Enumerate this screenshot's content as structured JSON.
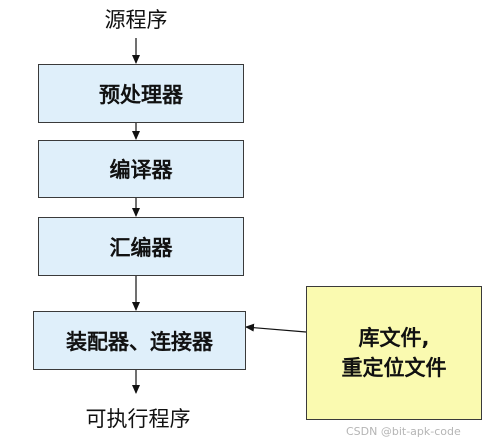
{
  "diagram": {
    "source": "源程序",
    "output": "可执行程序",
    "stages": [
      "预处理器",
      "编译器",
      "汇编器",
      "装配器、连接器"
    ],
    "library_lines": [
      "库文件,",
      "重定位文件"
    ],
    "watermark": "CSDN @bit-apk-code"
  },
  "colors": {
    "stage_fill": "#dfeffa",
    "library_fill": "#fafab0",
    "border": "#3a3a3a"
  }
}
